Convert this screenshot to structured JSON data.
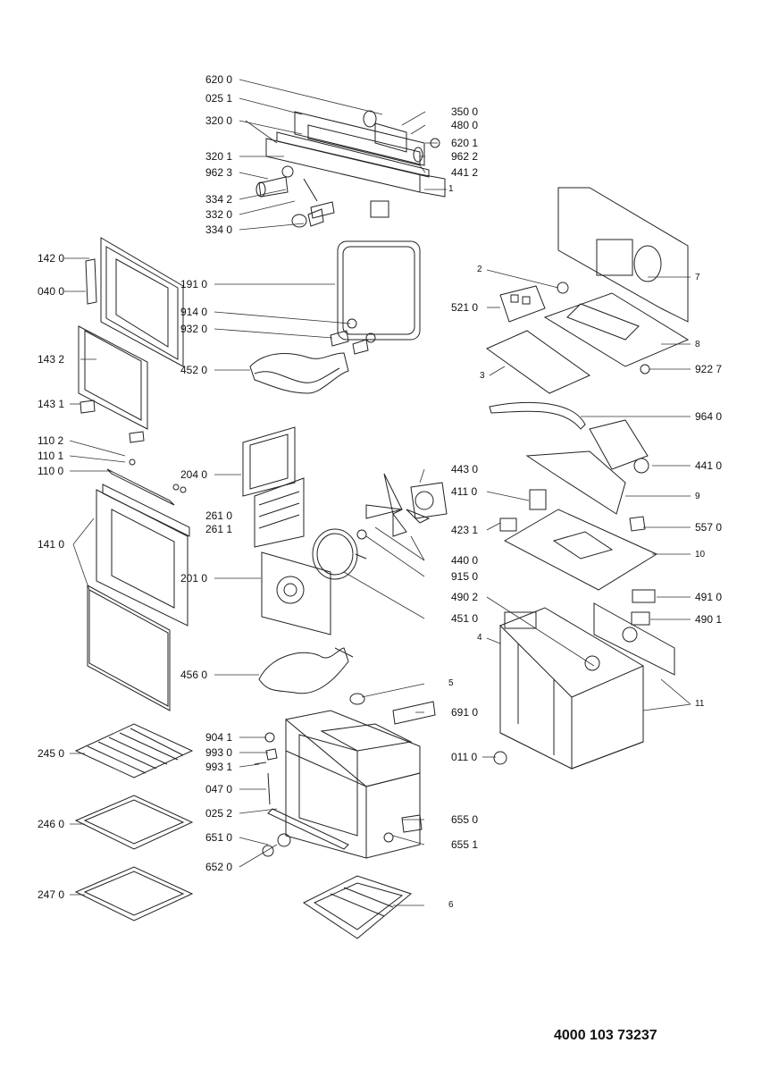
{
  "labels": {
    "l620_0": "620 0",
    "l025_1": "025 1",
    "l320_0": "320 0",
    "l320_1": "320 1",
    "l962_3": "962 3",
    "l334_2": "334 2",
    "l332_0": "332 0",
    "l334_0": "334 0",
    "l350_0": "350 0",
    "l480_0": "480 0",
    "l620_1": "620 1",
    "l962_2": "962 2",
    "l441_2": "441 2",
    "n1": "1",
    "l142_0": "142 0",
    "l040_0": "040 0",
    "l143_2": "143 2",
    "l143_1": "143 1",
    "l110_2": "110 2",
    "l110_1": "110 1",
    "l110_0": "110 0",
    "l141_0": "141 0",
    "l191_0": "191 0",
    "l914_0": "914 0",
    "l932_0": "932 0",
    "l452_0": "452 0",
    "l204_0": "204 0",
    "l261_0": "261 0",
    "l261_1": "261 1",
    "l201_0": "201 0",
    "l443_0": "443 0",
    "l440_0": "440 0",
    "l915_0": "915 0",
    "l451_0": "451 0",
    "l456_0": "456 0",
    "n5": "5",
    "l691_0": "691 0",
    "l904_1": "904 1",
    "l993_0": "993 0",
    "l993_1": "993 1",
    "l047_0": "047 0",
    "l025_2": "025 2",
    "l651_0": "651 0",
    "l652_0": "652 0",
    "l655_0": "655 0",
    "l655_1": "655 1",
    "l011_0": "011 0",
    "n6": "6",
    "l245_0": "245 0",
    "l246_0": "246 0",
    "l247_0": "247 0",
    "n2": "2",
    "l521_0": "521 0",
    "n3": "3",
    "n7": "7",
    "n8": "8",
    "l922_7": "922 7",
    "l964_0": "964 0",
    "l441_0": "441 0",
    "n9": "9",
    "l411_0": "411 0",
    "l423_1": "423 1",
    "l557_0": "557 0",
    "n10": "10",
    "l491_0": "491 0",
    "l490_2": "490 2",
    "l490_1": "490 1",
    "n4": "4",
    "n11": "11"
  },
  "document_number": "4000 103 73237"
}
